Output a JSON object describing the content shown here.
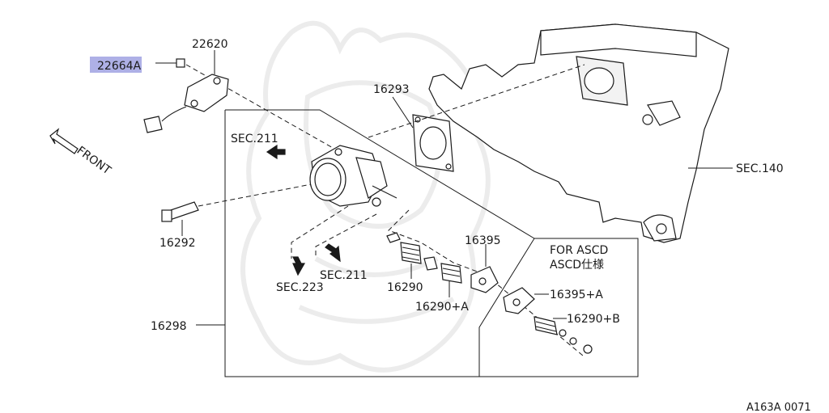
{
  "callouts": {
    "sensor_connector": "22664A",
    "throttle_position_sensor": "22620",
    "gasket": "16293",
    "intake_manifold_ref": "SEC.140",
    "bolt": "16292",
    "assembly_bracket": "16298",
    "spring": "16290",
    "spring_a": "16290+A",
    "lever": "16395",
    "lever_a": "16395+A",
    "spring_b": "16290+B",
    "ref_211_upper": "SEC.211",
    "ref_211_lower": "SEC.211",
    "ref_223": "SEC.223"
  },
  "front_label": "FRONT",
  "ascd_box": {
    "line1": "FOR ASCD",
    "line2": "ASCD仕様"
  },
  "diagram_code": "A163A 0071",
  "highlight": {
    "color": "#aeb0e6",
    "part": "22664A"
  }
}
